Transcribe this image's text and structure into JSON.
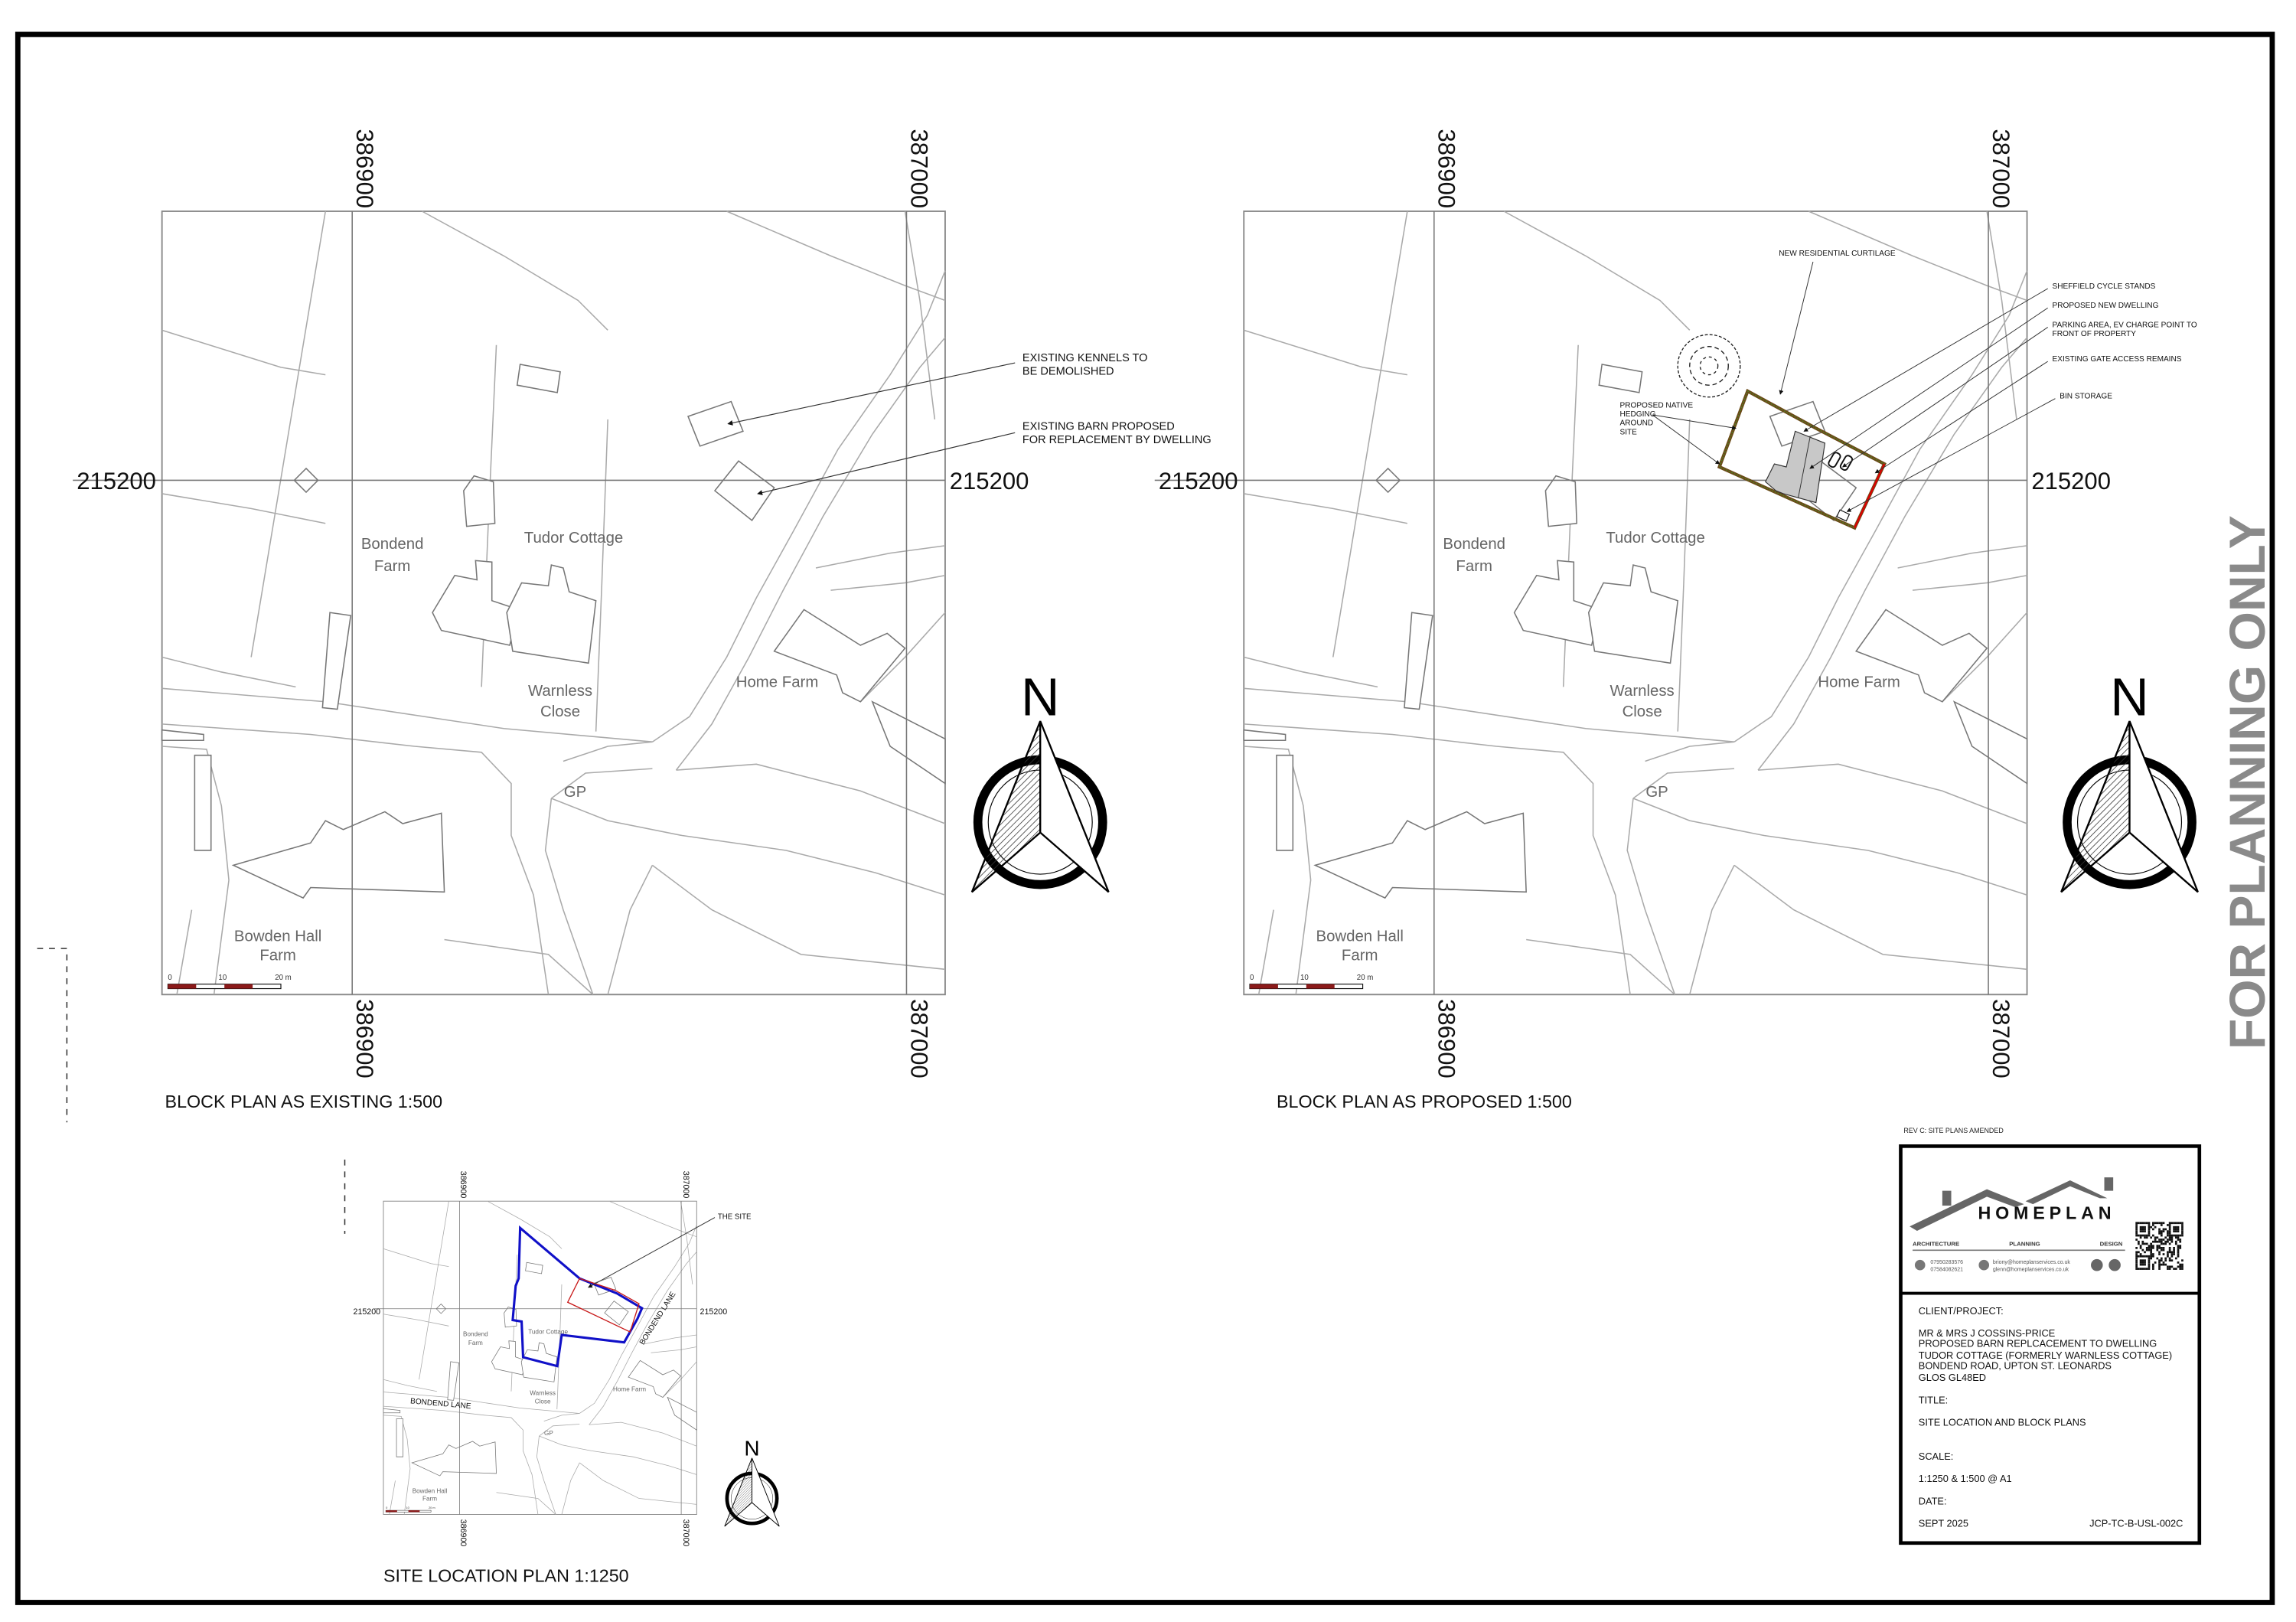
{
  "sheet": {
    "planning_watermark": "FOR PLANNING ONLY",
    "revision": "REV C: SITE PLANS AMENDED",
    "north": "N"
  },
  "grid": {
    "easting_1": "386900",
    "easting_2": "387000",
    "northing": "215200"
  },
  "map_labels": {
    "bondend_farm": [
      "Bondend",
      "Farm"
    ],
    "tudor_cottage": "Tudor Cottage",
    "warnless_close": [
      "Warnless",
      "Close"
    ],
    "home_farm": "Home Farm",
    "gp": "GP",
    "bowden_hall_farm": [
      "Bowden Hall",
      "Farm"
    ]
  },
  "scale_bar": [
    "0",
    "10",
    "20 m"
  ],
  "block_existing": {
    "title": "BLOCK PLAN AS EXISTING 1:500",
    "annotations": [
      [
        "EXISTING KENNELS TO",
        "BE DEMOLISHED"
      ],
      [
        "EXISTING BARN PROPOSED",
        "FOR REPLACEMENT BY DWELLING"
      ]
    ]
  },
  "block_proposed": {
    "title": "BLOCK PLAN AS PROPOSED 1:500",
    "annotations": {
      "curtilage": "NEW RESIDENTIAL CURTILAGE",
      "cycle": "SHEFFIELD CYCLE STANDS",
      "dwelling": "PROPOSED NEW DWELLING",
      "parking": [
        "PARKING AREA, EV CHARGE POINT TO",
        "FRONT OF PROPERTY"
      ],
      "gate": "EXISTING GATE ACCESS REMAINS",
      "bin": "BIN STORAGE",
      "hedging": [
        "PROPOSED NATIVE",
        "HEDGING",
        "AROUND",
        "SITE"
      ]
    }
  },
  "site_location": {
    "title": "SITE LOCATION PLAN 1:1250",
    "annotation": "THE SITE",
    "road_label": "BONDEND LANE"
  },
  "title_block": {
    "brand": "HOMEPLAN",
    "services": [
      "ARCHITECTURE",
      "PLANNING",
      "DESIGN"
    ],
    "phones": [
      "07950283576",
      "07584082621"
    ],
    "emails": [
      "briony@homeplanservices.co.uk",
      "glenn@homeplanservices.co.uk"
    ],
    "client_label": "CLIENT/PROJECT:",
    "client_lines": [
      "MR & MRS J COSSINS-PRICE",
      "PROPOSED BARN REPLCACEMENT TO DWELLING",
      "TUDOR COTTAGE (FORMERLY WARNLESS COTTAGE)",
      "BONDEND ROAD, UPTON ST. LEONARDS",
      "GLOS GL48ED"
    ],
    "title_label": "TITLE:",
    "title_value": "SITE LOCATION AND BLOCK PLANS",
    "scale_label": "SCALE:",
    "scale_value": "1:1250 & 1:500 @ A1",
    "date_label": "DATE:",
    "date_value": "SEPT 2025",
    "drawing_number": "JCP-TC-B-USL-002C"
  }
}
